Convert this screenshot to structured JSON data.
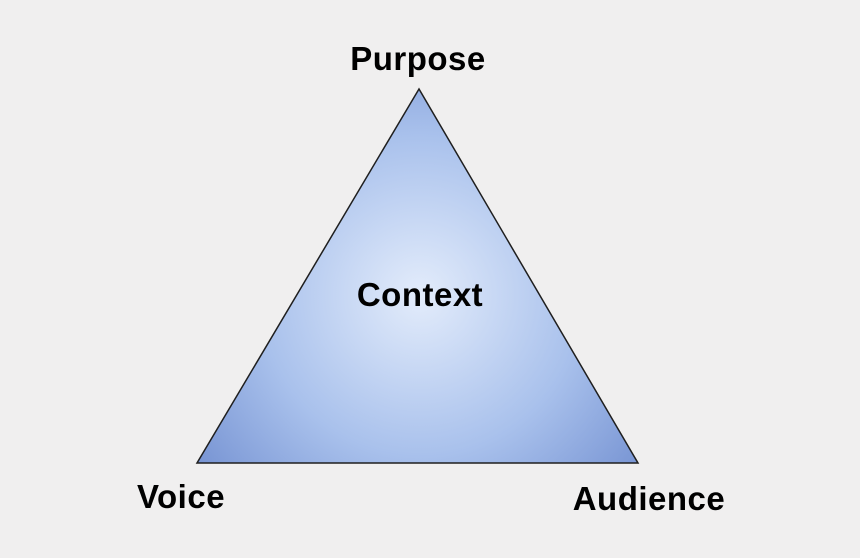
{
  "diagram": {
    "labels": {
      "top": "Purpose",
      "center": "Context",
      "bottom_left": "Voice",
      "bottom_right": "Audience"
    },
    "colors": {
      "background": "#f0efef",
      "triangle_center": "#e3ecfb",
      "triangle_mid": "#a9c1ec",
      "triangle_edge": "#7390d1",
      "triangle_stroke": "#1f1f1f",
      "text": "#000000"
    }
  }
}
